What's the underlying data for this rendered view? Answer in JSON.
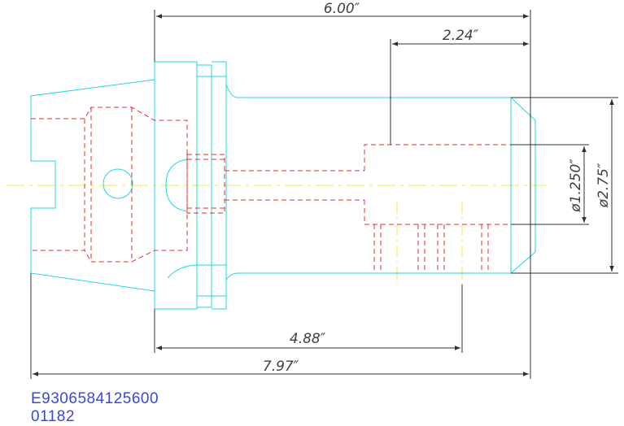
{
  "drawing": {
    "colors": {
      "outline": "#22d6e6",
      "hidden": "#e0302c",
      "centerline": "#f2ee3a",
      "dimension": "#303030",
      "code_text": "#3b47d6"
    },
    "dimensions": {
      "overall_length": "6.00″",
      "bore_depth": "2.24″",
      "gauge_length": "4.88″",
      "total_length": "7.97″",
      "bore_diameter": "ø1.250″",
      "body_diameter": "ø2.75″"
    },
    "part_number": "E9306584125600",
    "code": "01182"
  }
}
